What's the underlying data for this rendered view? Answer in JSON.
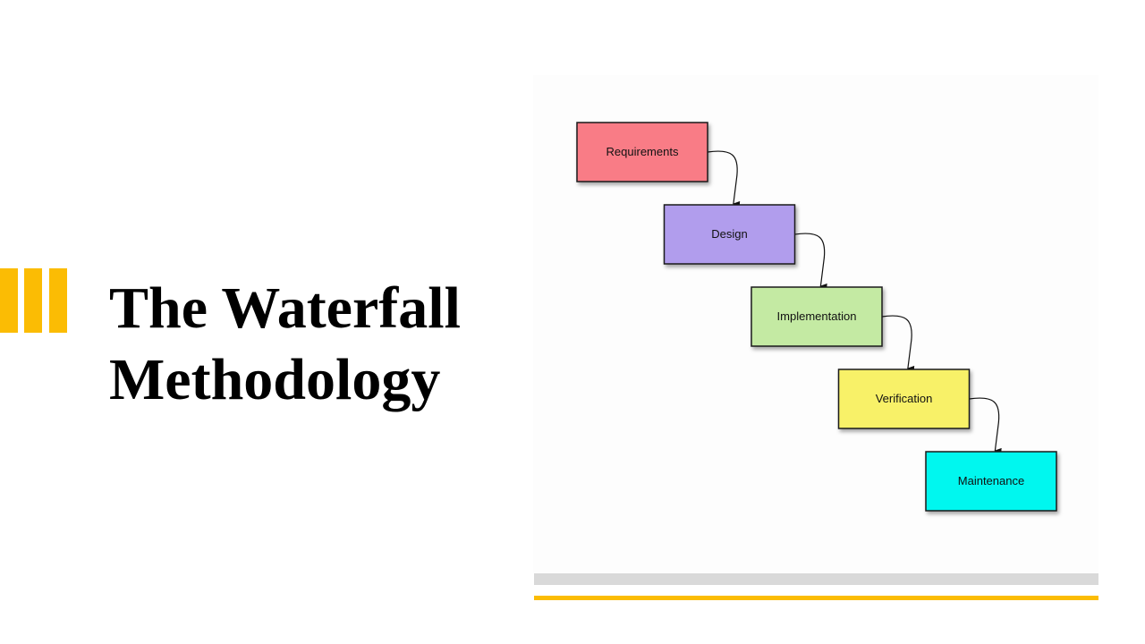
{
  "slide": {
    "title_lines": [
      "The Waterfall",
      "Methodology"
    ]
  },
  "colors": {
    "accent": "#fbbc04",
    "footer_gray": "#d9d9d9"
  },
  "diagram": {
    "stages": [
      {
        "label": "Requirements",
        "color": "#f97b86"
      },
      {
        "label": "Design",
        "color": "#b19ded"
      },
      {
        "label": "Implementation",
        "color": "#c4eaa3"
      },
      {
        "label": "Verification",
        "color": "#f8f168"
      },
      {
        "label": "Maintenance",
        "color": "#00f7ef"
      }
    ]
  }
}
